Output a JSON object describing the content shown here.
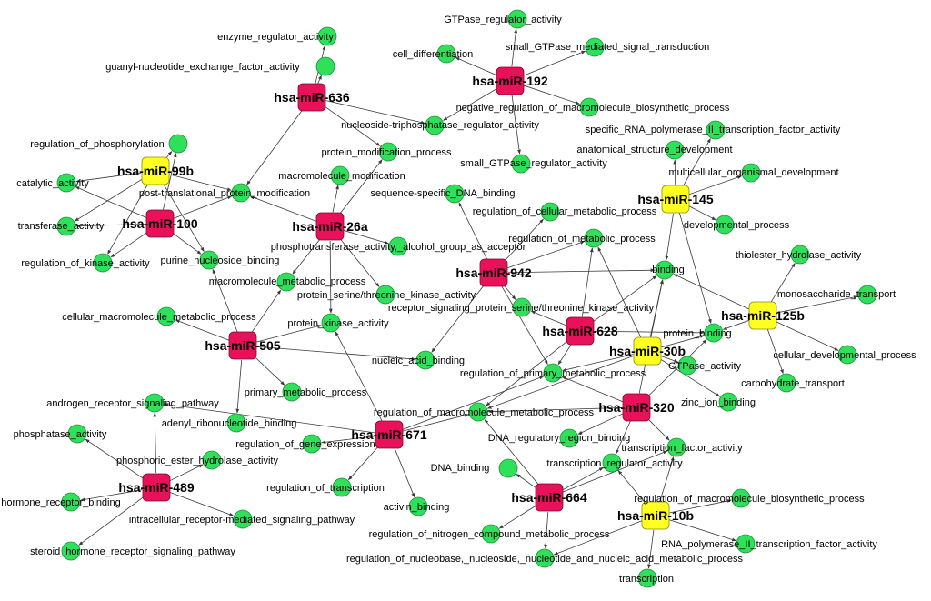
{
  "colors": {
    "go_term": "#2ee05a",
    "mirna_red": "#e8115a",
    "mirna_yellow": "#ffff22",
    "edge": "#3a3a3a"
  },
  "mirnas": [
    {
      "id": "m636",
      "label": "hsa-miR-636",
      "color": "red"
    },
    {
      "id": "m192",
      "label": "hsa-miR-192",
      "color": "red"
    },
    {
      "id": "m99b",
      "label": "hsa-miR-99b",
      "color": "yellow"
    },
    {
      "id": "m100",
      "label": "hsa-miR-100",
      "color": "red"
    },
    {
      "id": "m26a",
      "label": "hsa-miR-26a",
      "color": "red"
    },
    {
      "id": "m145",
      "label": "hsa-miR-145",
      "color": "yellow"
    },
    {
      "id": "m942",
      "label": "hsa-miR-942",
      "color": "red"
    },
    {
      "id": "m125b",
      "label": "hsa-miR-125b",
      "color": "yellow"
    },
    {
      "id": "m628",
      "label": "hsa-miR-628",
      "color": "red"
    },
    {
      "id": "m505",
      "label": "hsa-miR-505",
      "color": "red"
    },
    {
      "id": "m30b",
      "label": "hsa-miR-30b",
      "color": "yellow"
    },
    {
      "id": "m320",
      "label": "hsa-miR-320",
      "color": "red"
    },
    {
      "id": "m671",
      "label": "hsa-miR-671",
      "color": "red"
    },
    {
      "id": "m489",
      "label": "hsa-miR-489",
      "color": "red"
    },
    {
      "id": "m664",
      "label": "hsa-miR-664",
      "color": "red"
    },
    {
      "id": "m10b",
      "label": "hsa-miR-10b",
      "color": "yellow"
    }
  ],
  "go_terms": [
    {
      "id": "enzreg",
      "label": "enzyme_regulator_activity"
    },
    {
      "id": "guanyl",
      "label": "guanyl-nucleotide_exchange_factor_activity"
    },
    {
      "id": "gtpreg",
      "label": "GTPase_regulator_activity"
    },
    {
      "id": "smallgtpsig",
      "label": "small_GTPase_mediated_signal_transduction"
    },
    {
      "id": "celldiff",
      "label": "cell_differentiation"
    },
    {
      "id": "negregmacro",
      "label": "negative_regulation_of_macromolecule_biosynthetic_process"
    },
    {
      "id": "ntpreg",
      "label": "nucleoside-triphosphatase_regulator_activity"
    },
    {
      "id": "smallgtpreg",
      "label": "small_GTPase_regulator_activity"
    },
    {
      "id": "specrnapol",
      "label": "specific_RNA_polymerase_II_transcription_factor_activity"
    },
    {
      "id": "regphos",
      "label": "regulation_of_phosphorylation"
    },
    {
      "id": "protmod",
      "label": "protein_modification_process"
    },
    {
      "id": "anatstruct",
      "label": "anatomical_structure_development"
    },
    {
      "id": "macromod",
      "label": "macromolecule_modification"
    },
    {
      "id": "multicell",
      "label": "multicellular_organismal_development"
    },
    {
      "id": "catalytic",
      "label": "catalytic_activity"
    },
    {
      "id": "postmod",
      "label": "post-translational_protein_modification"
    },
    {
      "id": "seqdna",
      "label": "sequence-specific_DNA_binding"
    },
    {
      "id": "regcellmet",
      "label": "regulation_of_cellular_metabolic_process"
    },
    {
      "id": "transferase",
      "label": "transferase_activity"
    },
    {
      "id": "devproc",
      "label": "developmental_process"
    },
    {
      "id": "regmet",
      "label": "regulation_of_metabolic_process"
    },
    {
      "id": "phosphotrans",
      "label": "phosphotransferase_activity,_alcohol_group_as_acceptor"
    },
    {
      "id": "thiolester",
      "label": "thiolester_hydrolase_activity"
    },
    {
      "id": "regkinase",
      "label": "regulation_of_kinase_activity"
    },
    {
      "id": "purine",
      "label": "purine_nucleoside_binding"
    },
    {
      "id": "binding",
      "label": "binding"
    },
    {
      "id": "macromet",
      "label": "macromolecule_metabolic_process"
    },
    {
      "id": "protserkin",
      "label": "protein_serine/threonine_kinase_activity"
    },
    {
      "id": "monosac",
      "label": "monosaccharide_transport"
    },
    {
      "id": "recsig",
      "label": "receptor_signaling_protein_serine/threonine_kinase_activity"
    },
    {
      "id": "cellmacro",
      "label": "cellular_macromolecule_metabolic_process"
    },
    {
      "id": "protkin",
      "label": "protein_kinase_activity"
    },
    {
      "id": "protbind",
      "label": "protein_binding"
    },
    {
      "id": "celldev",
      "label": "cellular_developmental_process"
    },
    {
      "id": "nucacid",
      "label": "nucleic_acid_binding"
    },
    {
      "id": "gtpase",
      "label": "GTPase_activity"
    },
    {
      "id": "carbo",
      "label": "carbohydrate_transport"
    },
    {
      "id": "regprim",
      "label": "regulation_of_primary_metabolic_process"
    },
    {
      "id": "primmet",
      "label": "primary_metabolic_process"
    },
    {
      "id": "zinc",
      "label": "zinc_ion_binding"
    },
    {
      "id": "androgen",
      "label": "androgen_receptor_signaling_pathway"
    },
    {
      "id": "regmacromet",
      "label": "regulation_of_macromolecule_metabolic_process"
    },
    {
      "id": "adenyl",
      "label": "adenyl_ribonucleotide_binding"
    },
    {
      "id": "dnareg",
      "label": "DNA_regulatory_region_binding"
    },
    {
      "id": "phosphatase",
      "label": "phosphatase_activity"
    },
    {
      "id": "regexpr",
      "label": "regulation_of_gene_expression"
    },
    {
      "id": "tfact",
      "label": "transcription_factor_activity"
    },
    {
      "id": "phosester",
      "label": "phosphoric_ester_hydrolase_activity"
    },
    {
      "id": "treg",
      "label": "transcription_regulator_activity"
    },
    {
      "id": "dnabind",
      "label": "DNA_binding"
    },
    {
      "id": "regtrans",
      "label": "regulation_of_transcription"
    },
    {
      "id": "regmacrobio",
      "label": "regulation_of_macromolecule_biosynthetic_process"
    },
    {
      "id": "hormone",
      "label": "hormone_receptor_binding"
    },
    {
      "id": "activin",
      "label": "activin_binding"
    },
    {
      "id": "intracell",
      "label": "intracellular_receptor-mediated_signaling_pathway"
    },
    {
      "id": "regnitro",
      "label": "regulation_of_nitrogen_compound_metabolic_process"
    },
    {
      "id": "rnapol",
      "label": "RNA_polymerase_II_transcription_factor_activity"
    },
    {
      "id": "steroid",
      "label": "steroid_hormone_receptor_signaling_pathway"
    },
    {
      "id": "regnucleo",
      "label": "regulation_of_nucleobase,_nucleoside,_nucleotide_and_nucleic_acid_metabolic_process"
    },
    {
      "id": "transcription",
      "label": "transcription"
    }
  ],
  "edges": [
    [
      "m636",
      "enzreg"
    ],
    [
      "m636",
      "guanyl"
    ],
    [
      "m636",
      "ntpreg"
    ],
    [
      "m636",
      "protmod"
    ],
    [
      "m636",
      "postmod"
    ],
    [
      "m192",
      "gtpreg"
    ],
    [
      "m192",
      "smallgtpsig"
    ],
    [
      "m192",
      "celldiff"
    ],
    [
      "m192",
      "negregmacro"
    ],
    [
      "m192",
      "ntpreg"
    ],
    [
      "m192",
      "smallgtpreg"
    ],
    [
      "m99b",
      "regphos"
    ],
    [
      "m99b",
      "catalytic"
    ],
    [
      "m99b",
      "postmod"
    ],
    [
      "m99b",
      "transferase"
    ],
    [
      "m99b",
      "regkinase"
    ],
    [
      "m99b",
      "purine"
    ],
    [
      "m100",
      "regphos"
    ],
    [
      "m100",
      "catalytic"
    ],
    [
      "m100",
      "postmod"
    ],
    [
      "m100",
      "transferase"
    ],
    [
      "m100",
      "regkinase"
    ],
    [
      "m100",
      "purine"
    ],
    [
      "m26a",
      "postmod"
    ],
    [
      "m26a",
      "protmod"
    ],
    [
      "m26a",
      "macromod"
    ],
    [
      "m26a",
      "phosphotrans"
    ],
    [
      "m26a",
      "protserkin"
    ],
    [
      "m26a",
      "protkin"
    ],
    [
      "m26a",
      "macromet"
    ],
    [
      "m145",
      "specrnapol"
    ],
    [
      "m145",
      "anatstruct"
    ],
    [
      "m145",
      "multicell"
    ],
    [
      "m145",
      "devproc"
    ],
    [
      "m145",
      "binding"
    ],
    [
      "m145",
      "protbind"
    ],
    [
      "m942",
      "seqdna"
    ],
    [
      "m942",
      "regcellmet"
    ],
    [
      "m942",
      "regmet"
    ],
    [
      "m942",
      "binding"
    ],
    [
      "m942",
      "nucacid"
    ],
    [
      "m942",
      "regprim"
    ],
    [
      "m942",
      "recsig"
    ],
    [
      "m125b",
      "thiolester"
    ],
    [
      "m125b",
      "monosac"
    ],
    [
      "m125b",
      "celldev"
    ],
    [
      "m125b",
      "carbo"
    ],
    [
      "m125b",
      "binding"
    ],
    [
      "m125b",
      "protbind"
    ],
    [
      "m628",
      "regmet"
    ],
    [
      "m628",
      "binding"
    ],
    [
      "m628",
      "recsig"
    ],
    [
      "m628",
      "protbind"
    ],
    [
      "m628",
      "regprim"
    ],
    [
      "m628",
      "regmacromet"
    ],
    [
      "m505",
      "macromet"
    ],
    [
      "m505",
      "purine"
    ],
    [
      "m505",
      "cellmacro"
    ],
    [
      "m505",
      "protkin"
    ],
    [
      "m505",
      "nucacid"
    ],
    [
      "m505",
      "primmet"
    ],
    [
      "m505",
      "adenyl"
    ],
    [
      "m30b",
      "binding"
    ],
    [
      "m30b",
      "protbind"
    ],
    [
      "m30b",
      "gtpase"
    ],
    [
      "m30b",
      "zinc"
    ],
    [
      "m30b",
      "regprim"
    ],
    [
      "m30b",
      "regmacromet"
    ],
    [
      "m30b",
      "regmet"
    ],
    [
      "m320",
      "regprim"
    ],
    [
      "m320",
      "regmacromet"
    ],
    [
      "m320",
      "dnareg"
    ],
    [
      "m320",
      "tfact"
    ],
    [
      "m320",
      "treg"
    ],
    [
      "m320",
      "protbind"
    ],
    [
      "m320",
      "binding"
    ],
    [
      "m671",
      "protkin"
    ],
    [
      "m671",
      "regexpr"
    ],
    [
      "m671",
      "regmacromet"
    ],
    [
      "m671",
      "regtrans"
    ],
    [
      "m671",
      "activin"
    ],
    [
      "m671",
      "androgen"
    ],
    [
      "m671",
      "regprim"
    ],
    [
      "m489",
      "phosphatase"
    ],
    [
      "m489",
      "phosester"
    ],
    [
      "m489",
      "hormone"
    ],
    [
      "m489",
      "intracell"
    ],
    [
      "m489",
      "steroid"
    ],
    [
      "m489",
      "androgen"
    ],
    [
      "m664",
      "dnabind"
    ],
    [
      "m664",
      "treg"
    ],
    [
      "m664",
      "tfact"
    ],
    [
      "m664",
      "regnitro"
    ],
    [
      "m664",
      "regnucleo"
    ],
    [
      "m664",
      "regmacromet"
    ],
    [
      "m10b",
      "regmacrobio"
    ],
    [
      "m10b",
      "rnapol"
    ],
    [
      "m10b",
      "transcription"
    ],
    [
      "m10b",
      "treg"
    ],
    [
      "m10b",
      "tfact"
    ],
    [
      "m10b",
      "regnucleo"
    ]
  ]
}
